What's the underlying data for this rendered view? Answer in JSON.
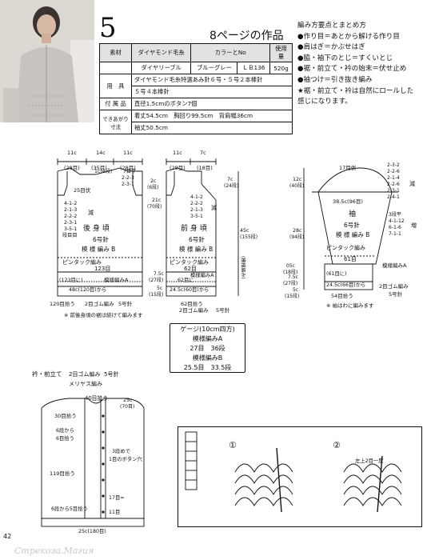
{
  "header": {
    "number": "5",
    "reference": "8ページの作品"
  },
  "spec": {
    "material_label": "素材",
    "material_value": "ダイヤモンド毛糸",
    "color_label": "カラーとNo",
    "usage_label": "使用量",
    "yarn": "ダイヤリーブル",
    "color": "ブルーグレー",
    "color_no": "ＬＢ136",
    "amount": "520g",
    "tools_label": "用　具",
    "tools_1": "ダイヤモンド毛糸特選あみ針６号・５号２本棒針",
    "tools_2": "５号４本棒針",
    "notions_label": "付 属 品",
    "notions": "直径1.5cmのボタン7個",
    "size_label": "できあがり寸法",
    "size_1": "着丈54.5cm　胸回り99.5cm　背肩幅36cm",
    "size_2": "袖丈50.5cm"
  },
  "notes": {
    "title": "編み方要点とまとめ方",
    "lines": [
      "●作り目＝あとから解ける作り目",
      "●肩はぎ＝かぶせはぎ",
      "●脇・袖下のとじ＝すくいとじ",
      "●裾・前立て・衿の始末＝伏せ止め",
      "●袖つけ＝引き抜き編み",
      "★裾・前立て・衿は自然にロールした",
      "感じになります。"
    ]
  },
  "back": {
    "title": "後 身 頃",
    "needle": "6号針",
    "pattern": "模 様 編み B",
    "pintuck": "ピンタック編み",
    "width_label": "123目",
    "hem_label": "模様編みA",
    "hem_count": "(123目に)",
    "hem_increase": "48c(120目)から",
    "cast_on": "120目拾う",
    "rib": "2目ゴム編み",
    "rib_needle": "5号針",
    "note": "※ 前後身頃の裾は続けて編みます",
    "top_dims": [
      "11c",
      "14c",
      "11c"
    ],
    "top_rows": [
      "(28目)",
      "(35目)",
      "(28目)"
    ],
    "shoulder": "1c(4段)",
    "bind": "7目平",
    "sleeve_dec": "2-2-3",
    "sleeve_dec2": "2-3-1",
    "neck": "25目伏",
    "shape_l": [
      "4-1-2",
      "2-1-3",
      "2-2-2",
      "2-3-1",
      "3-5-1",
      "段目目"
    ],
    "armhole_label": "減",
    "arm_depth": "2c",
    "arm_rows": "(6段)",
    "body_len": "21c",
    "body_rows": "(70段)",
    "hem_len": "7.5c",
    "hem_rows": "(27段)",
    "rib_len": "5c",
    "rib_rows": "(15段)"
  },
  "front": {
    "title": "前 身 頃",
    "needle": "6号針",
    "pattern": "模 様 編み B",
    "pintuck": "ピンタック編み",
    "width_label": "62目",
    "hem_label": "模様編みA",
    "hem_count": "62目に",
    "hem_increase": "24.5c(60目)から",
    "cast_on": "62目拾う",
    "rib": "2目ゴム編み",
    "rib_needle": "5号針",
    "top_dims": [
      "11c",
      "7c"
    ],
    "top_rows": [
      "(28目)",
      "(18目)"
    ],
    "neck": "7c",
    "neck_rows": "(24段)",
    "total_len": "45c",
    "total_rows": "(155段)",
    "side_label": "(模様編み)",
    "shape": [
      "4-1-2",
      "2-2-2",
      "2-1-3",
      "3-5-1"
    ],
    "dec": "減"
  },
  "sleeve": {
    "title": "袖",
    "needle": "6号針",
    "pattern": "模 様 編み B",
    "pintuck": "ピンタック編み",
    "width": "38.5c(96目)",
    "cap_bind": "17目伏",
    "cap_h": "12c",
    "cap_rows": "(40段)",
    "cap_shape": [
      "2-3-2",
      "2-2-6",
      "2-1-4",
      "2-2-6",
      "2-3-1",
      "2-4-1"
    ],
    "cap_label": "減",
    "len": "28c",
    "len_rows": "(94段)",
    "inc_shape": [
      "3段平",
      "4-1-12",
      "6-1-6",
      "7-1-1"
    ],
    "inc_label": "増",
    "count_61": "61目",
    "hem_label": "模様編みA",
    "hem_count": "(61目に)",
    "hem_increase": "24.5c(66目)から",
    "cast_on": "54目拾う",
    "rib": "2目ゴム編み",
    "rib_needle": "5号針",
    "note": "※ 袖はわに編みます",
    "hem_len": "05c",
    "hem_rows": "(18段)",
    "hem2": "7.5c",
    "hem2_rows": "(27段)",
    "rib_len": "5c",
    "rib_rows": "(15段)"
  },
  "gauge": {
    "title": "ゲージ(10cm四方)",
    "a_label": "模様編みA",
    "a_value": "27目　36段",
    "b_label": "模様編みB",
    "b_value": "25.5目　33.5段"
  },
  "band": {
    "title": "衿・前立て",
    "rib": "2目ゴム編み",
    "needle": "5号針",
    "sub": "メリヤス編み",
    "neck_pick": "40目拾う",
    "collar_len": "25c",
    "collar_rows": "(70目)",
    "pick30": "30目拾う",
    "six_from": "6段から",
    "six_pick": "6目拾う",
    "buttonhole": "3段めで",
    "buttonhole2": "1目のボタン穴",
    "pick119": "119目拾う",
    "count17": "17目=",
    "count11": "11目",
    "six_five": "6段から5目拾う",
    "bottom_len": "25c(180目)"
  },
  "chart": {
    "step1": "①",
    "step2": "②",
    "step2_note": "左上2目一度"
  },
  "footer": {
    "page": "42"
  }
}
